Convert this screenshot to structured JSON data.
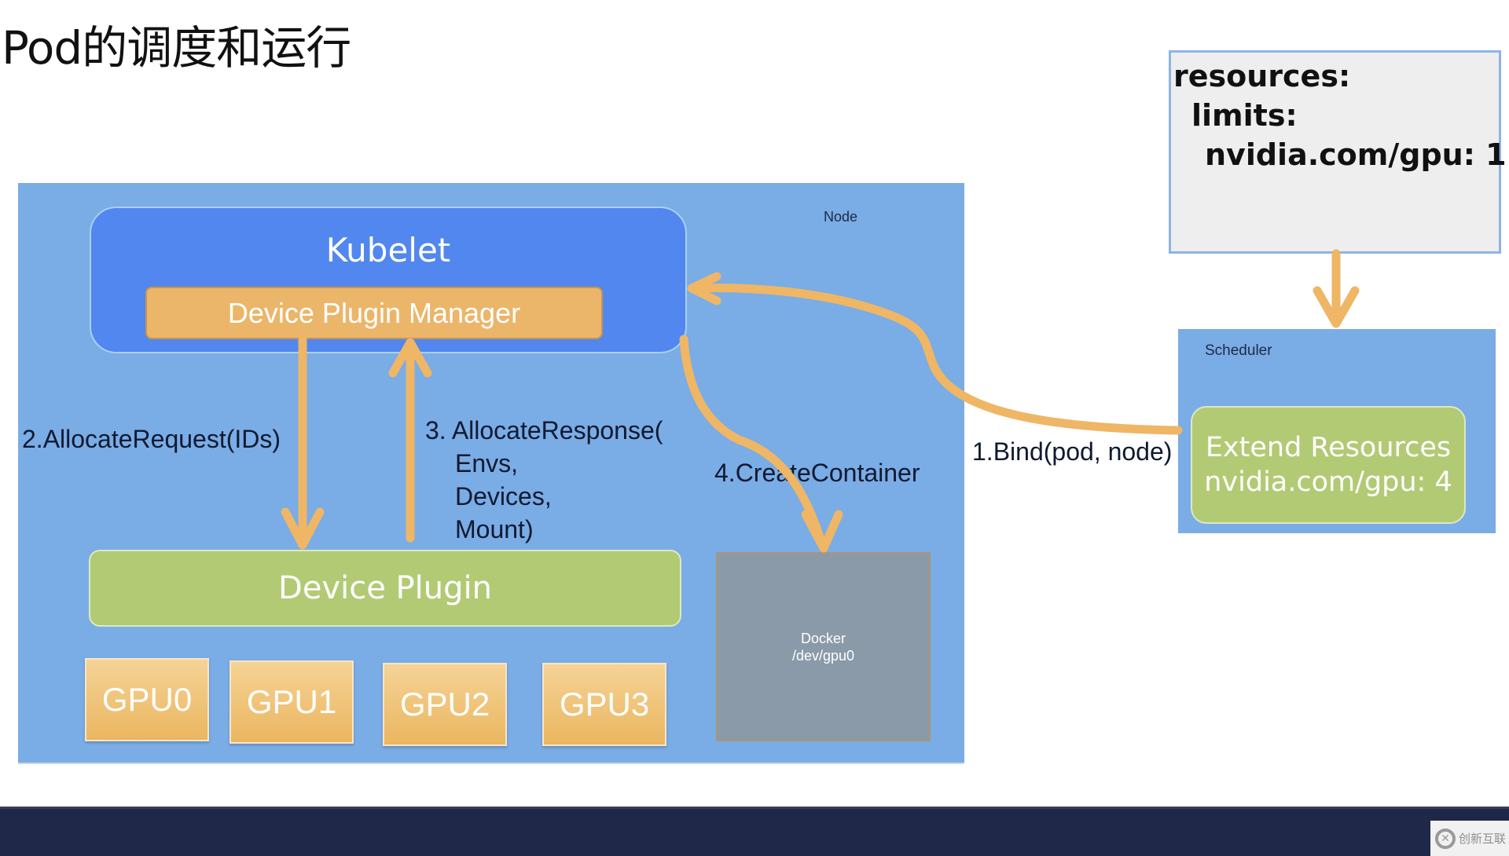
{
  "slide": {
    "title": "Pod的调度和运行"
  },
  "node": {
    "label": "Node",
    "kubelet": {
      "title": "Kubelet",
      "device_plugin_manager": "Device Plugin Manager"
    },
    "device_plugin": "Device Plugin",
    "gpus": [
      "GPU0",
      "GPU1",
      "GPU2",
      "GPU3"
    ],
    "docker": {
      "line1": "Docker",
      "line2": "/dev/gpu0"
    }
  },
  "steps": {
    "bind": "1.Bind(pod, node)",
    "allocate_request": "2.AllocateRequest(IDs)",
    "allocate_response": [
      "3. AllocateResponse(",
      "Envs,",
      "Devices,",
      "Mount)"
    ],
    "create_container": "4.CreateContainer"
  },
  "pod_spec_note": {
    "lines": [
      "resources:",
      "limits:",
      "nvidia.com/gpu: 1"
    ]
  },
  "scheduler": {
    "label": "Scheduler",
    "extend_resources": {
      "line1": "Extend Resources",
      "line2": "nvidia.com/gpu: 4"
    }
  },
  "watermark": {
    "icon": "brand-logo-icon",
    "text": "创新互联"
  },
  "colors": {
    "node_bg": "#7aace6",
    "kubelet_bg": "#5187ef",
    "manager_bg": "#ebb66a",
    "plugin_bg": "#b3ca75",
    "arrow": "#efb665",
    "docker_bg": "#8a9aa8",
    "footer_bg": "#1f2848"
  }
}
